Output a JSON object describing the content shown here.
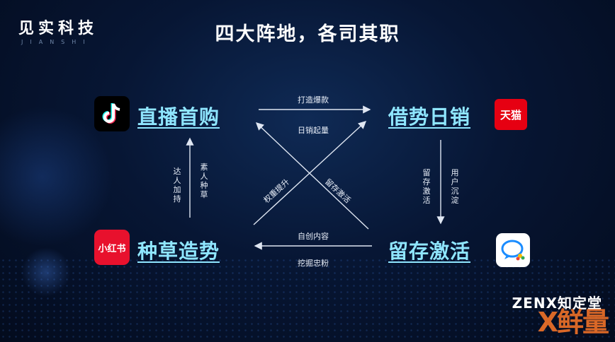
{
  "logo": {
    "cn": "见实科技",
    "en": "JIANSHI"
  },
  "title": "四大阵地，各司其职",
  "nodes": {
    "top_left": "直播首购",
    "top_right": "借势日销",
    "bottom_left": "种草造势",
    "bottom_right": "留存激活"
  },
  "icons": {
    "top_left": {
      "name": "douyin-icon",
      "color": "#000000"
    },
    "top_right": {
      "name": "tmall-icon",
      "text": "天猫",
      "color": "#e60012"
    },
    "bottom_left": {
      "name": "xiaohongshu-icon",
      "text": "小红书",
      "color": "#e8112d"
    },
    "bottom_right": {
      "name": "wecom-icon",
      "color": "#ffffff"
    }
  },
  "edges": {
    "top": "打造爆款",
    "diag_up": "日销起量",
    "diag_left": "权重提升",
    "diag_right": "留存激活",
    "bottom_upper": "自创内容",
    "bottom_lower": "挖掘忠粉",
    "left_a": "达人加持",
    "left_b": "素人种草",
    "right_a": "留存激活",
    "right_b": "用户沉淀"
  },
  "brand": "ZENX知定堂",
  "watermark": "X鲜量"
}
